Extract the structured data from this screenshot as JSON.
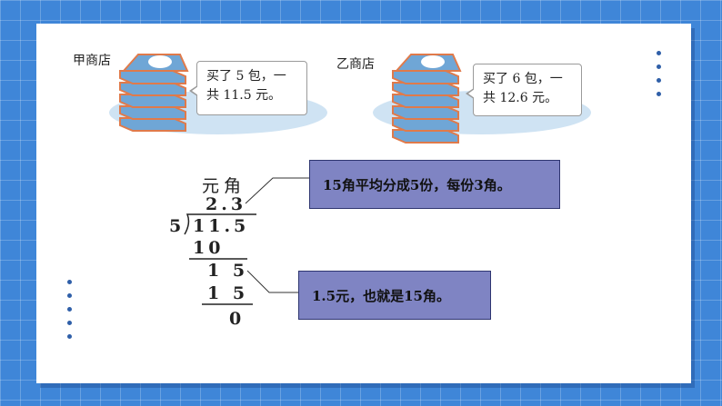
{
  "shops": [
    {
      "label": "甲商店",
      "speech_line1": "买了 5 包，一",
      "speech_line2": "共 11.5 元。"
    },
    {
      "label": "乙商店",
      "speech_line1": "买了 6 包，一",
      "speech_line2": "共 12.6 元。"
    }
  ],
  "units": {
    "yuan": "元",
    "jiao": "角"
  },
  "division": {
    "quotient": "2.3",
    "divisor": "5",
    "dividend": "11.5",
    "step1": "10",
    "step2": "1 5",
    "step3": "1 5",
    "remainder": "0"
  },
  "notes": {
    "top": "15角平均分成5份，每份3角。",
    "bottom": "1.5元，也就是15角。"
  },
  "colors": {
    "background": "#3f86d8",
    "note_fill": "#7f84c3",
    "package": "#6fa6d6",
    "package_edge": "#e07a4a"
  }
}
